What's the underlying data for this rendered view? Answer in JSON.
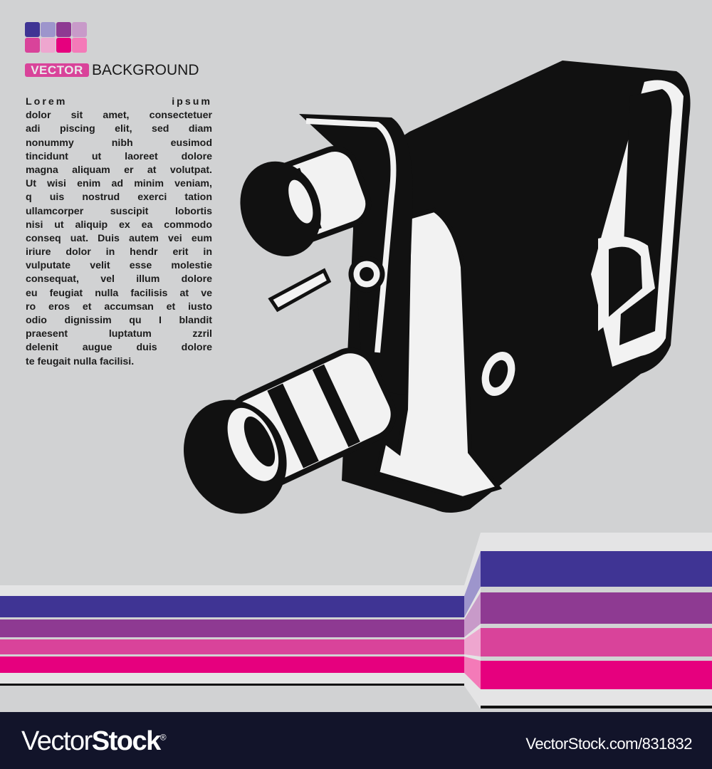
{
  "header": {
    "palette": [
      "#3f3494",
      "#9d95cc",
      "#8e3a92",
      "#c89ac9",
      "#d9439a",
      "#eea6cf",
      "#e6007e",
      "#f47ab8"
    ],
    "tag": "VECTOR",
    "title": "BACKGROUND"
  },
  "body_lines": [
    "Lorem ipsum",
    "dolor sit amet, consectetuer",
    "adi piscing elit, sed diam",
    "nonummy nibh eusimod",
    "tincidunt ut laoreet dolore",
    "magna aliquam er at volutpat.",
    "Ut wisi enim ad minim veniam,",
    "q uis nostrud exerci tation",
    "ullamcorper suscipit lobortis",
    "nisi ut aliquip ex ea commodo",
    "conseq uat. Duis autem vei eum",
    "iriure dolor in hendr erit in",
    "vulputate velit esse molestie",
    "consequat, vel illum dolore",
    "eu feugiat nulla facilisis at ve",
    "ro eros et accumsan et iusto",
    "odio dignissim qu I blandit",
    "praesent luptatum zzril",
    "delenit augue duis dolore",
    "te feugait nulla facilisi."
  ],
  "stripes": {
    "colors": [
      "#3f3494",
      "#8e3a92",
      "#d9439a",
      "#e6007e"
    ]
  },
  "footer": {
    "logo_light": "Vector",
    "logo_bold": "Stock",
    "logo_mark": "®",
    "url": "VectorStock.com/831832",
    "background": "#12142a"
  }
}
